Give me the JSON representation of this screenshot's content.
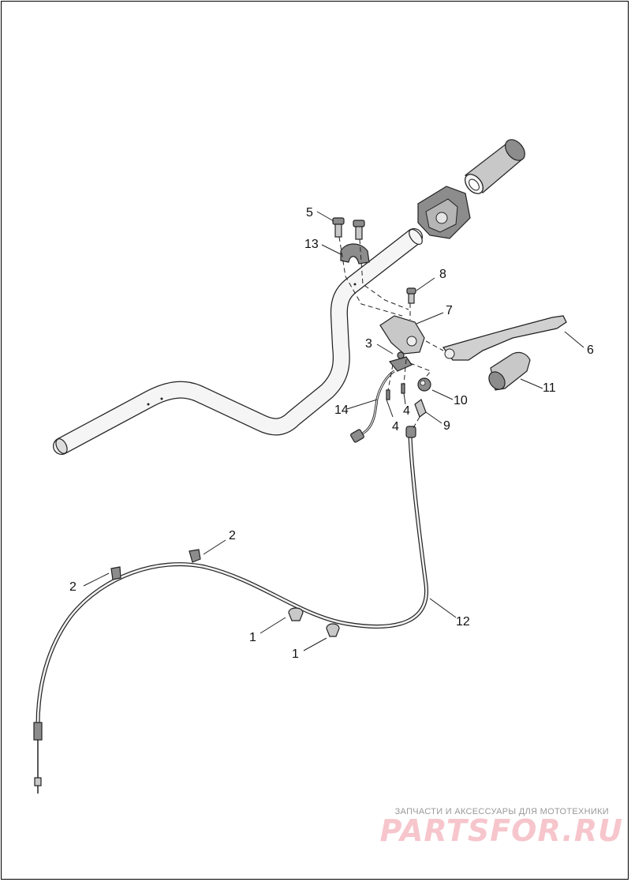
{
  "callouts": [
    {
      "id": "c1a",
      "label": "1"
    },
    {
      "id": "c1b",
      "label": "1"
    },
    {
      "id": "c2a",
      "label": "2"
    },
    {
      "id": "c2b",
      "label": "2"
    },
    {
      "id": "c3",
      "label": "3"
    },
    {
      "id": "c4a",
      "label": "4"
    },
    {
      "id": "c4b",
      "label": "4"
    },
    {
      "id": "c5",
      "label": "5"
    },
    {
      "id": "c6",
      "label": "6"
    },
    {
      "id": "c7",
      "label": "7"
    },
    {
      "id": "c8",
      "label": "8"
    },
    {
      "id": "c9",
      "label": "9"
    },
    {
      "id": "c10",
      "label": "10"
    },
    {
      "id": "c11",
      "label": "11"
    },
    {
      "id": "c12",
      "label": "12"
    },
    {
      "id": "c13",
      "label": "13"
    },
    {
      "id": "c14",
      "label": "14"
    }
  ],
  "watermark": {
    "tagline": "ЗАПЧАСТИ И АКСЕССУАРЫ ДЛЯ МОТОТЕХНИКИ",
    "logo": "PARTSFOR.RU",
    "color": "#f6c6cc"
  }
}
